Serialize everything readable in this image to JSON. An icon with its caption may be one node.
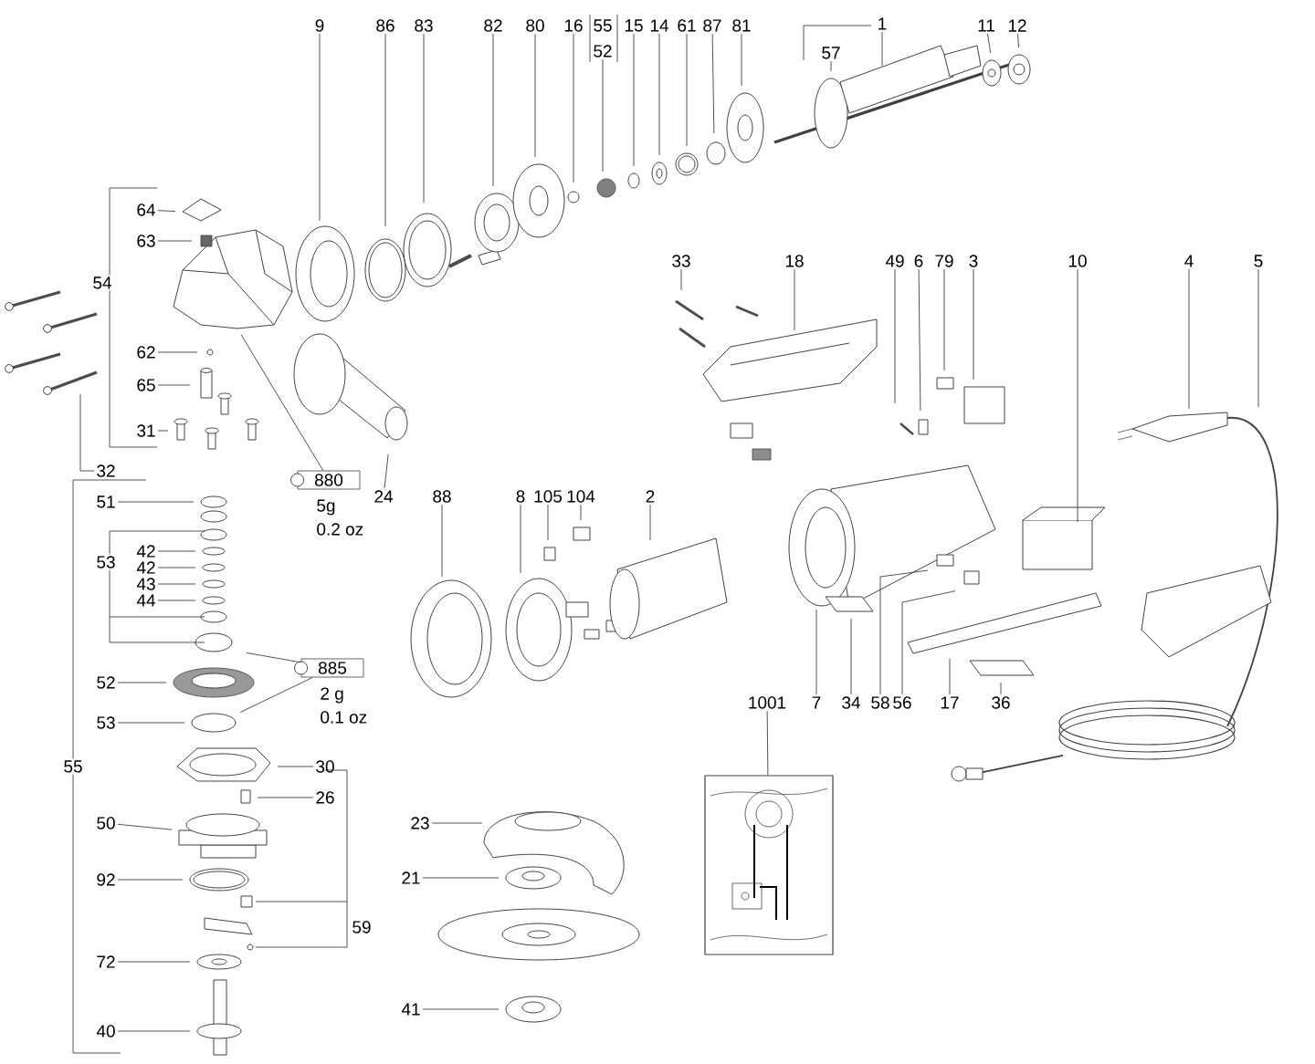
{
  "diagram": {
    "nodes": [
      {
        "text": [
          "9"
        ]
      },
      {
        "text": [
          "86"
        ]
      },
      {
        "text": [
          "83"
        ]
      },
      {
        "text": [
          "82"
        ]
      },
      {
        "text": [
          "80"
        ]
      },
      {
        "text": [
          "16"
        ]
      },
      {
        "text": [
          "52"
        ]
      },
      {
        "text": [
          "15"
        ]
      },
      {
        "text": [
          "14"
        ]
      },
      {
        "text": [
          "61"
        ]
      },
      {
        "text": [
          "87"
        ]
      },
      {
        "text": [
          "81"
        ]
      },
      {
        "text": [
          "1"
        ]
      },
      {
        "text": [
          "57"
        ]
      },
      {
        "text": [
          "11"
        ]
      },
      {
        "text": [
          "12"
        ]
      },
      {
        "text": [
          "64"
        ]
      },
      {
        "text": [
          "63"
        ]
      },
      {
        "text": [
          "33"
        ]
      },
      {
        "text": [
          "18"
        ]
      },
      {
        "text": [
          "49"
        ]
      },
      {
        "text": [
          "6"
        ]
      },
      {
        "text": [
          "79"
        ]
      },
      {
        "text": [
          "3"
        ]
      },
      {
        "text": [
          "10"
        ]
      },
      {
        "text": [
          "4"
        ]
      },
      {
        "text": [
          "5"
        ]
      },
      {
        "text": [
          "62"
        ]
      },
      {
        "text": [
          "65"
        ]
      },
      {
        "text": [
          "31"
        ]
      },
      {
        "text": [
          "32"
        ]
      },
      {
        "text": [
          "880"
        ],
        "beside": [
          "5g",
          "0.2 oz"
        ]
      },
      {
        "text": [
          "24"
        ]
      },
      {
        "text": [
          "88"
        ]
      },
      {
        "text": [
          "8"
        ]
      },
      {
        "text": [
          "105"
        ]
      },
      {
        "text": [
          "104"
        ]
      },
      {
        "text": [
          "2"
        ]
      },
      {
        "text": [
          "51"
        ]
      },
      {
        "text": [
          "42"
        ]
      },
      {
        "text": [
          "42"
        ]
      },
      {
        "text": [
          "43"
        ]
      },
      {
        "text": [
          "44"
        ]
      },
      {
        "text": [
          "885"
        ],
        "beside": [
          "2 g",
          "0.1 oz"
        ]
      },
      {
        "text": [
          "52"
        ]
      },
      {
        "text": [
          "7"
        ]
      },
      {
        "text": [
          "34"
        ]
      },
      {
        "text": [
          "58"
        ]
      },
      {
        "text": [
          "56"
        ]
      },
      {
        "text": [
          "17"
        ]
      },
      {
        "text": [
          "36"
        ]
      },
      {
        "text": [
          "1001"
        ]
      },
      {
        "text": [
          "53"
        ]
      },
      {
        "text": [
          "30"
        ]
      },
      {
        "text": [
          "26"
        ]
      },
      {
        "text": [],
        "shape": "picture"
      },
      {
        "text": [
          "50"
        ]
      },
      {
        "text": [
          "23"
        ]
      },
      {
        "text": [
          "21"
        ]
      },
      {
        "text": [
          "92"
        ]
      },
      {
        "text": [
          "72"
        ]
      },
      {
        "text": [
          "41"
        ]
      },
      {
        "text": [
          "40"
        ]
      }
    ],
    "edges": [
      {
        "from": 0,
        "to": null,
        "arrow": "none"
      },
      {
        "from": 1,
        "to": null,
        "arrow": "none"
      },
      {
        "from": 2,
        "to": null,
        "arrow": "none"
      },
      {
        "from": 3,
        "to": null,
        "arrow": "none"
      },
      {
        "from": 4,
        "to": null,
        "arrow": "none"
      },
      {
        "from": 5,
        "to": null,
        "arrow": "none"
      },
      {
        "from": 6,
        "to": null,
        "arrow": "none"
      },
      {
        "from": 7,
        "to": null,
        "arrow": "none"
      },
      {
        "from": 8,
        "to": null,
        "arrow": "none"
      },
      {
        "from": 9,
        "to": null,
        "arrow": "none"
      },
      {
        "from": 10,
        "to": null,
        "arrow": "none"
      },
      {
        "from": 11,
        "to": null,
        "arrow": "none"
      },
      {
        "from": 12,
        "to": null,
        "arrow": "none"
      },
      {
        "from": 13,
        "to": null,
        "arrow": "none"
      },
      {
        "from": 14,
        "to": null,
        "arrow": "none"
      },
      {
        "from": 15,
        "to": null,
        "arrow": "none"
      },
      {
        "from": 16,
        "to": null,
        "arrow": "none"
      },
      {
        "from": 17,
        "to": null,
        "arrow": "none"
      },
      {
        "from": 18,
        "to": null,
        "arrow": "none"
      },
      {
        "from": 19,
        "to": null,
        "arrow": "none"
      },
      {
        "from": 20,
        "to": null,
        "arrow": "none"
      },
      {
        "from": 21,
        "to": null,
        "arrow": "none"
      },
      {
        "from": 22,
        "to": null,
        "arrow": "none"
      },
      {
        "from": 23,
        "to": null,
        "arrow": "none"
      },
      {
        "from": 24,
        "to": null,
        "arrow": "none"
      },
      {
        "from": 25,
        "to": null,
        "arrow": "none"
      },
      {
        "from": 26,
        "to": null,
        "arrow": "none"
      },
      {
        "from": 27,
        "to": null,
        "arrow": "none"
      },
      {
        "from": 28,
        "to": null,
        "arrow": "none"
      },
      {
        "from": 29,
        "to": null,
        "arrow": "none"
      },
      {
        "from": 30,
        "to": null,
        "arrow": "none"
      },
      {
        "from": 31,
        "to": null,
        "arrow": "none"
      },
      {
        "from": 32,
        "to": null,
        "arrow": "none"
      },
      {
        "from": 33,
        "to": null,
        "arrow": "none"
      },
      {
        "from": 34,
        "to": null,
        "arrow": "none"
      },
      {
        "from": 35,
        "to": null,
        "arrow": "none"
      },
      {
        "from": 36,
        "to": null,
        "arrow": "none"
      },
      {
        "from": 37,
        "to": null,
        "arrow": "none"
      },
      {
        "from": 38,
        "to": null,
        "arrow": "none"
      },
      {
        "from": 39,
        "to": null,
        "arrow": "none"
      },
      {
        "from": 40,
        "to": null,
        "arrow": "none"
      },
      {
        "from": 41,
        "to": null,
        "arrow": "none"
      },
      {
        "from": 42,
        "to": null,
        "arrow": "none"
      },
      {
        "from": 43,
        "to": null,
        "arrow": "none"
      },
      {
        "from": 43,
        "to": null,
        "arrow": "none"
      },
      {
        "from": 44,
        "to": null,
        "arrow": "none"
      },
      {
        "from": 45,
        "to": null,
        "arrow": "none"
      },
      {
        "from": 46,
        "to": null,
        "arrow": "none"
      },
      {
        "from": 47,
        "to": null,
        "arrow": "none"
      },
      {
        "from": 48,
        "to": null,
        "arrow": "none"
      },
      {
        "from": 49,
        "to": null,
        "arrow": "none"
      },
      {
        "from": 50,
        "to": null,
        "arrow": "none"
      },
      {
        "from": 51,
        "to": 55,
        "arrow": "none"
      },
      {
        "from": 52,
        "to": null,
        "arrow": "none"
      },
      {
        "from": 53,
        "to": null,
        "arrow": "none"
      },
      {
        "from": 54,
        "to": null,
        "arrow": "none"
      },
      {
        "from": 56,
        "to": null,
        "arrow": "none"
      },
      {
        "from": 57,
        "to": null,
        "arrow": "none"
      },
      {
        "from": 58,
        "to": null,
        "arrow": "none"
      },
      {
        "from": 59,
        "to": null,
        "arrow": "none"
      },
      {
        "from": 60,
        "to": null,
        "arrow": "none"
      },
      {
        "from": 61,
        "to": null,
        "arrow": "none"
      },
      {
        "from": 62,
        "to": null,
        "arrow": "none"
      }
    ],
    "labels": [
      "55",
      "54",
      "53",
      "55",
      "59"
    ]
  }
}
